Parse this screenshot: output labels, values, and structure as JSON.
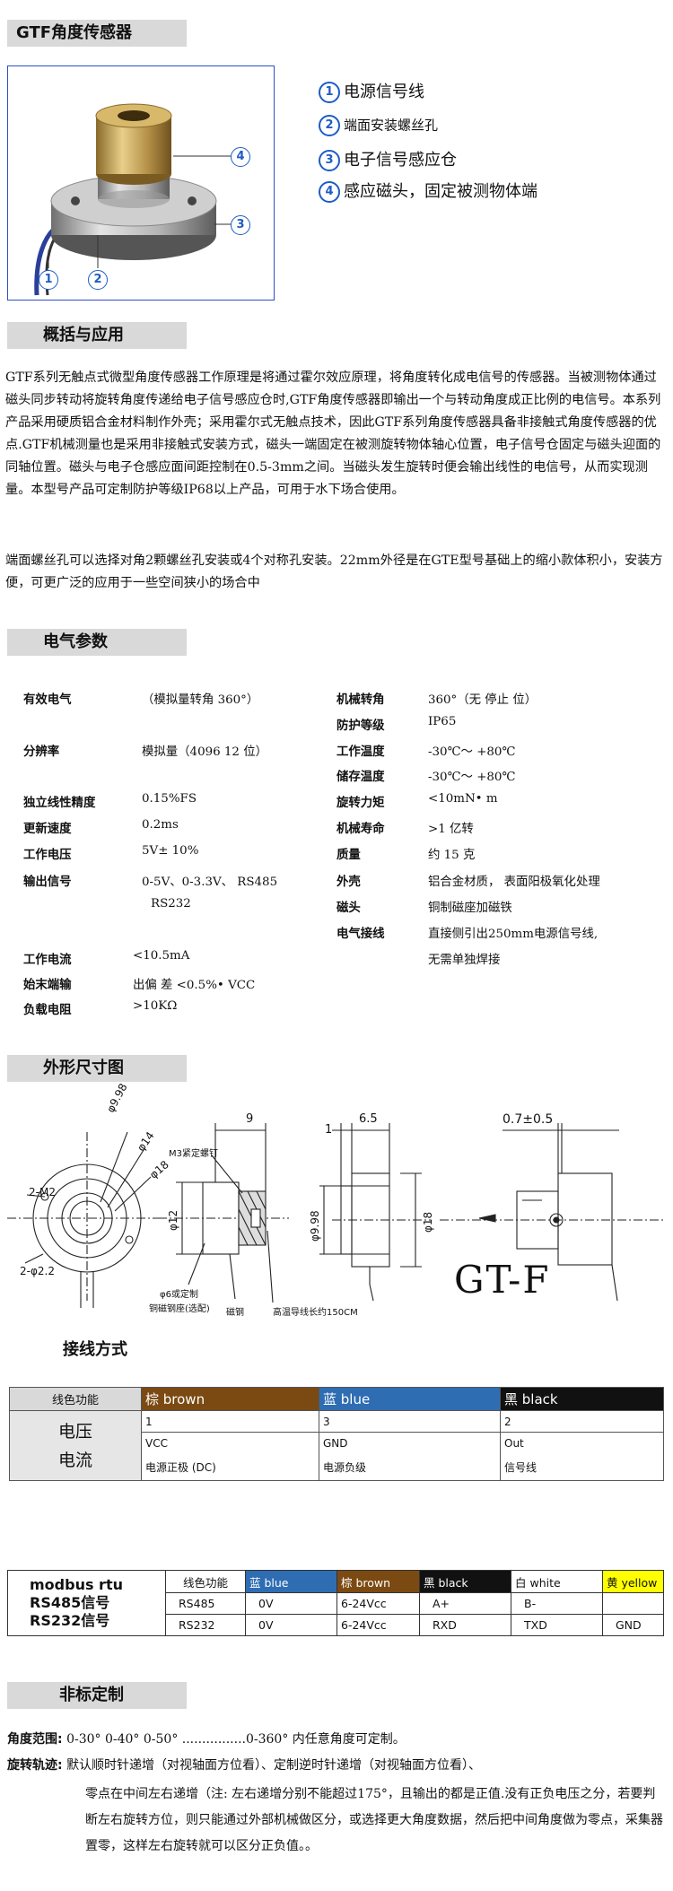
{
  "headings": {
    "product": "GTF角度传感器",
    "overview": "概括与应用",
    "electrical": "电气参数",
    "dimensions": "外形尺寸图",
    "wiring": "接线方式",
    "custom": "非标定制"
  },
  "callouts": [
    {
      "num": "1",
      "text": "电源信号线"
    },
    {
      "num": "2",
      "text": "端面安装螺丝孔"
    },
    {
      "num": "3",
      "text": "电子信号感应仓"
    },
    {
      "num": "4",
      "text": "感应磁头，固定被测物体端"
    }
  ],
  "overview": {
    "p1": "GTF系列无触点式微型角度传感器工作原理是将通过霍尔效应原理，将角度转化成电信号的传感器。当被测物体通过磁头同步转动将旋转角度传递给电子信号感应仓时,GTF角度传感器即输出一个与转动角度成正比例的电信号。本系列产品采用硬质铝合金材料制作外壳；采用霍尔式无触点技术，因此GTF系列角度传感器具备非接触式角度传感器的优点.GTF机械测量也是采用非接触式安装方式，磁头一端固定在被测旋转物体轴心位置，电子信号仓固定与磁头迎面的同轴位置。磁头与电子仓感应面间距控制在0.5-3mm之间。当磁头发生旋转时便会输出线性的电信号，从而实现测量。本型号产品可定制防护等级IP68以上产品，可用于水下场合使用。",
    "p2": "端面螺丝孔可以选择对角2颗螺丝孔安装或4个对称孔安装。22mm外径是在GTE型号基础上的缩小款体积小，安装方便，可更广泛的应用于一些空间狭小的场合中"
  },
  "electrical_left": [
    {
      "k": "有效电气",
      "v": "（模拟量转角 360°）"
    },
    {
      "k": "分辨率",
      "v": "模拟量（4096  12 位）"
    },
    {
      "k": "独立线性精度",
      "v": "0.15%FS"
    },
    {
      "k": "更新速度",
      "v": "0.2ms"
    },
    {
      "k": "工作电压",
      "v": "5V± 10%"
    },
    {
      "k": "输出信号",
      "v": "0-5V、0-3.3V、 RS485"
    },
    {
      "k": "",
      "v": "RS232"
    },
    {
      "k": "工作电流",
      "v": "<10.5mA"
    },
    {
      "k": "始末端输",
      "v": "出偏 差 <0.5%• VCC"
    },
    {
      "k": "负载电阻",
      "v": ">10KΩ"
    }
  ],
  "electrical_right": [
    {
      "k": "机械转角",
      "v": "360°（无 停止 位）"
    },
    {
      "k": "防护等级",
      "v": "IP65"
    },
    {
      "k": "工作温度",
      "v": "-30℃～ +80℃"
    },
    {
      "k": "储存温度",
      "v": "-30℃～ +80℃"
    },
    {
      "k": "旋转力矩",
      "v": "<10mN• m"
    },
    {
      "k": "机械寿命",
      "v": ">1 亿转"
    },
    {
      "k": "质量",
      "v": "约 15 克"
    },
    {
      "k": "外壳",
      "v": "铝合金材质， 表面阳极氧化处理"
    },
    {
      "k": "磁头",
      "v": "铜制磁座加磁铁"
    },
    {
      "k": "电气接线",
      "v": "直接侧引出250mm电源信号线,"
    },
    {
      "k": "",
      "v": "无需单独焊接"
    }
  ],
  "drawing": {
    "labels": {
      "d998": "φ9.98",
      "d14": "φ14",
      "d18": "φ18",
      "m2": "2-M2",
      "d22": "2-φ2.2",
      "nine": "9",
      "m3": "M3紧定螺钉",
      "d12": "φ12",
      "d6": "φ6或定制",
      "copper": "铜磁钢座(选配)",
      "magnet": "磁钢",
      "one": "1",
      "sixfive": "6.5",
      "d998b": "φ9.98",
      "d18b": "φ18",
      "cable": "高温导线长约150CM",
      "tol": "0.7±0.5",
      "model": "GT-F"
    }
  },
  "wiring_table": {
    "header": [
      "线色功能",
      "棕 brown",
      "蓝 blue",
      "黑 black"
    ],
    "header_colors": [
      "#d9d9d9",
      "#7b4a12",
      "#2f6db3",
      "#111111"
    ],
    "row_label_1": "电压",
    "row_label_2": "电流",
    "pins": [
      "1",
      "3",
      "2"
    ],
    "signals": [
      "VCC",
      "GND",
      "Out"
    ],
    "desc": [
      "电源正极 (DC)",
      "电源负级",
      "信号线"
    ]
  },
  "modbus_table": {
    "label_1": "modbus rtu",
    "label_2": "RS485信号",
    "label_3": "RS232信号",
    "header": [
      "线色功能",
      "蓝 blue",
      "棕 brown",
      "黑 black",
      "白 white",
      "黄 yellow"
    ],
    "header_colors": [
      "#ffffff",
      "#2f6db3",
      "#7b4a12",
      "#111111",
      "#ffffff",
      "#ffff00"
    ],
    "rows": [
      [
        "RS485",
        "0V",
        "6-24Vcc",
        "A+",
        "B-",
        ""
      ],
      [
        "RS232",
        "0V",
        "6-24Vcc",
        "RXD",
        "TXD",
        "GND"
      ]
    ]
  },
  "custom": {
    "range_label": "角度范围:",
    "range_text": "0-30°  0-40°  0-50° ................0-360° 内任意角度可定制。",
    "track_label": "旋转轨迹:",
    "track_1": "默认顺时针递增（对视轴面方位看）、定制逆时针递增（对视轴面方位看）、",
    "track_2": "零点在中间左右递增（注: 左右递增分别不能超过175°，且输出的都是正值.没有正负电压之分，若要判断左右旋转方位，则只能通过外部机械做区分，或选择更大角度数据，然后把中间角度做为零点，采集器置零，这样左右旋转就可以区分正负值。。"
  }
}
